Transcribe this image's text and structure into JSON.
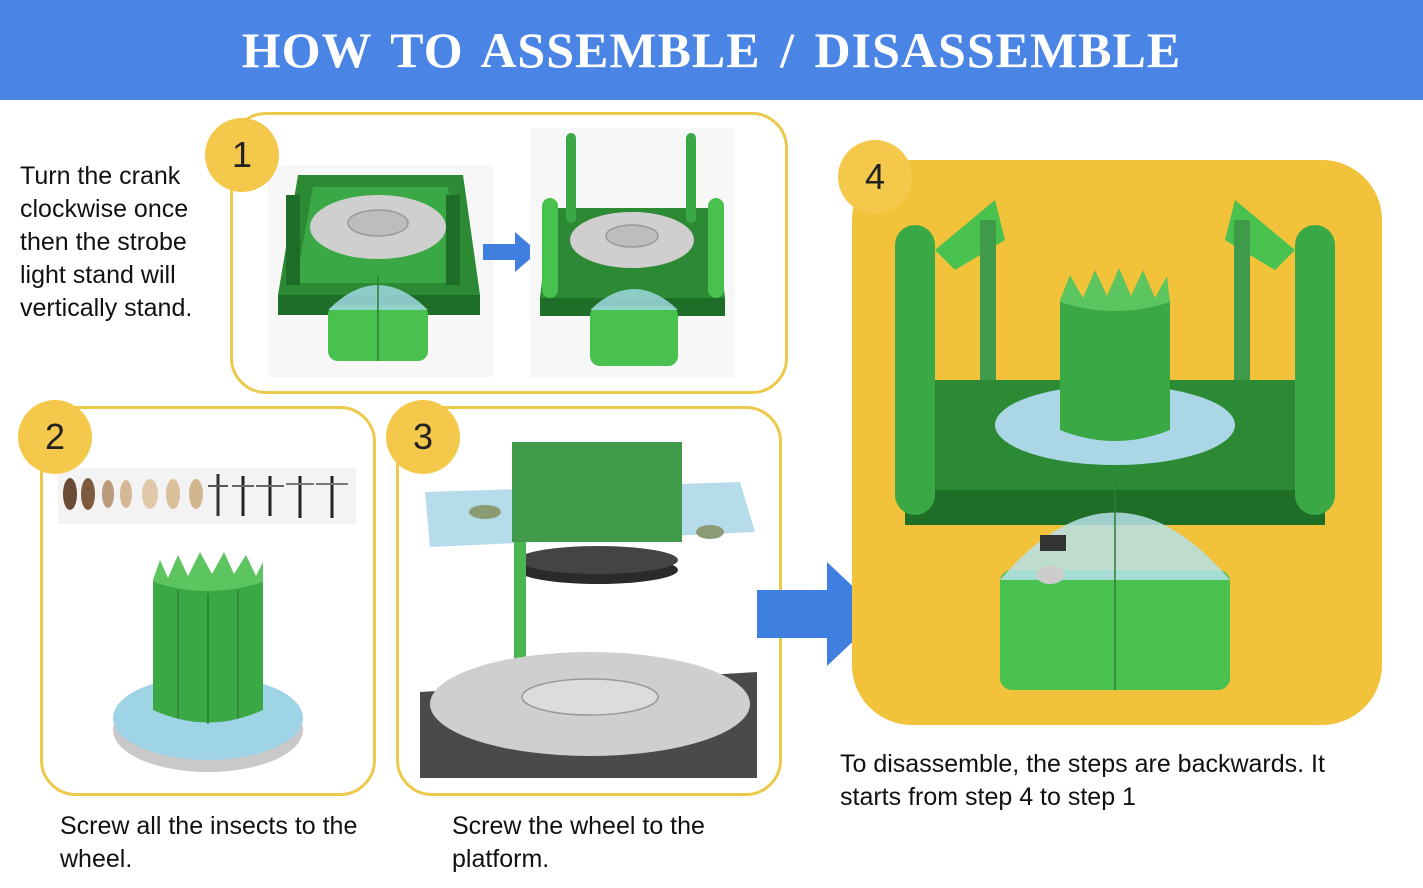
{
  "title": "HOW TO ASSEMBLE / DISASSEMBLE",
  "steps": [
    {
      "number": "1",
      "caption": "Turn the crank clockwise once then the strobe light stand will vertically stand."
    },
    {
      "number": "2",
      "caption": "Screw all the insects to the wheel."
    },
    {
      "number": "3",
      "caption": "Screw the wheel to the platform."
    },
    {
      "number": "4",
      "caption": "To disassemble, the steps are backwards. It starts from step 4 to step 1"
    }
  ],
  "colors": {
    "header": "#4a85e6",
    "badge": "#f4c84a",
    "frame": "#ecc94b",
    "panel4": "#f2c23a",
    "arrow": "#3f7fe0",
    "green": "#2fae3a",
    "darkgreen": "#1f7d2a"
  }
}
